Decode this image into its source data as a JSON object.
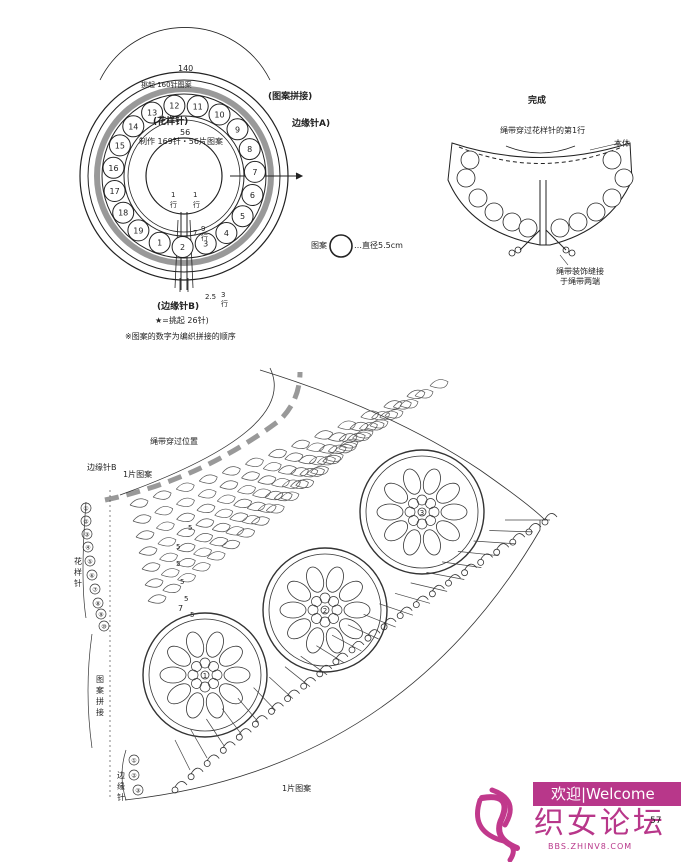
{
  "top_diagram": {
    "width_label": "140",
    "pickup_label": "挑起 160针图案",
    "center_label_1": "(花样针)",
    "center_label_2": "56",
    "center_label_3": "制作 169针・56片图案",
    "right_label_1": "(图案拼接)",
    "right_label_2": "边缘针A)",
    "bottom_label": "(边缘针B)",
    "star_note": "★=挑起 26针)",
    "note": "※图案的数字为编织拼接的顺序",
    "small_1": "1",
    "small_1b": "行",
    "small_7": "7",
    "small_9": "9",
    "small_9b": "行",
    "small_25": "2.5",
    "small_3": "3",
    "small_3b": "行",
    "numbers": [
      "1",
      "2",
      "3",
      "4",
      "5",
      "6",
      "7",
      "8",
      "9",
      "10",
      "11",
      "12",
      "13",
      "14",
      "15",
      "16",
      "17",
      "18",
      "19"
    ]
  },
  "legend": {
    "label": "图案",
    "text": "…直径5.5cm"
  },
  "finished": {
    "title": "完成",
    "label_rope": "绳带穿过花样针的第1行",
    "label_body": "本体",
    "label_bottom_1": "绳带装饰缝接",
    "label_bottom_2": "于绳带两端"
  },
  "main_chart": {
    "rope_position": "绳带穿过位置",
    "edge_b": "边缘针B",
    "one_motif_top": "1片图案",
    "one_motif_bottom": "1片图案",
    "pattern_stitch": "花样针",
    "motif_join": "图案拼接",
    "edge_stitch": "边缘针",
    "row_numbers": [
      "①",
      "②",
      "③",
      "④",
      "⑤",
      "⑥",
      "⑦",
      "⑧",
      "⑨",
      "⑩",
      "①",
      "②",
      "③"
    ],
    "side_fives": [
      "5",
      "5",
      "5",
      "5",
      "5",
      "5"
    ],
    "seven": "7",
    "motif_nums": [
      "1",
      "2",
      "3"
    ]
  },
  "watermark": {
    "banner": "欢迎|Welcome",
    "big": "织女论坛",
    "url": "BBS.ZHINV8.COM",
    "page_num": "57"
  }
}
